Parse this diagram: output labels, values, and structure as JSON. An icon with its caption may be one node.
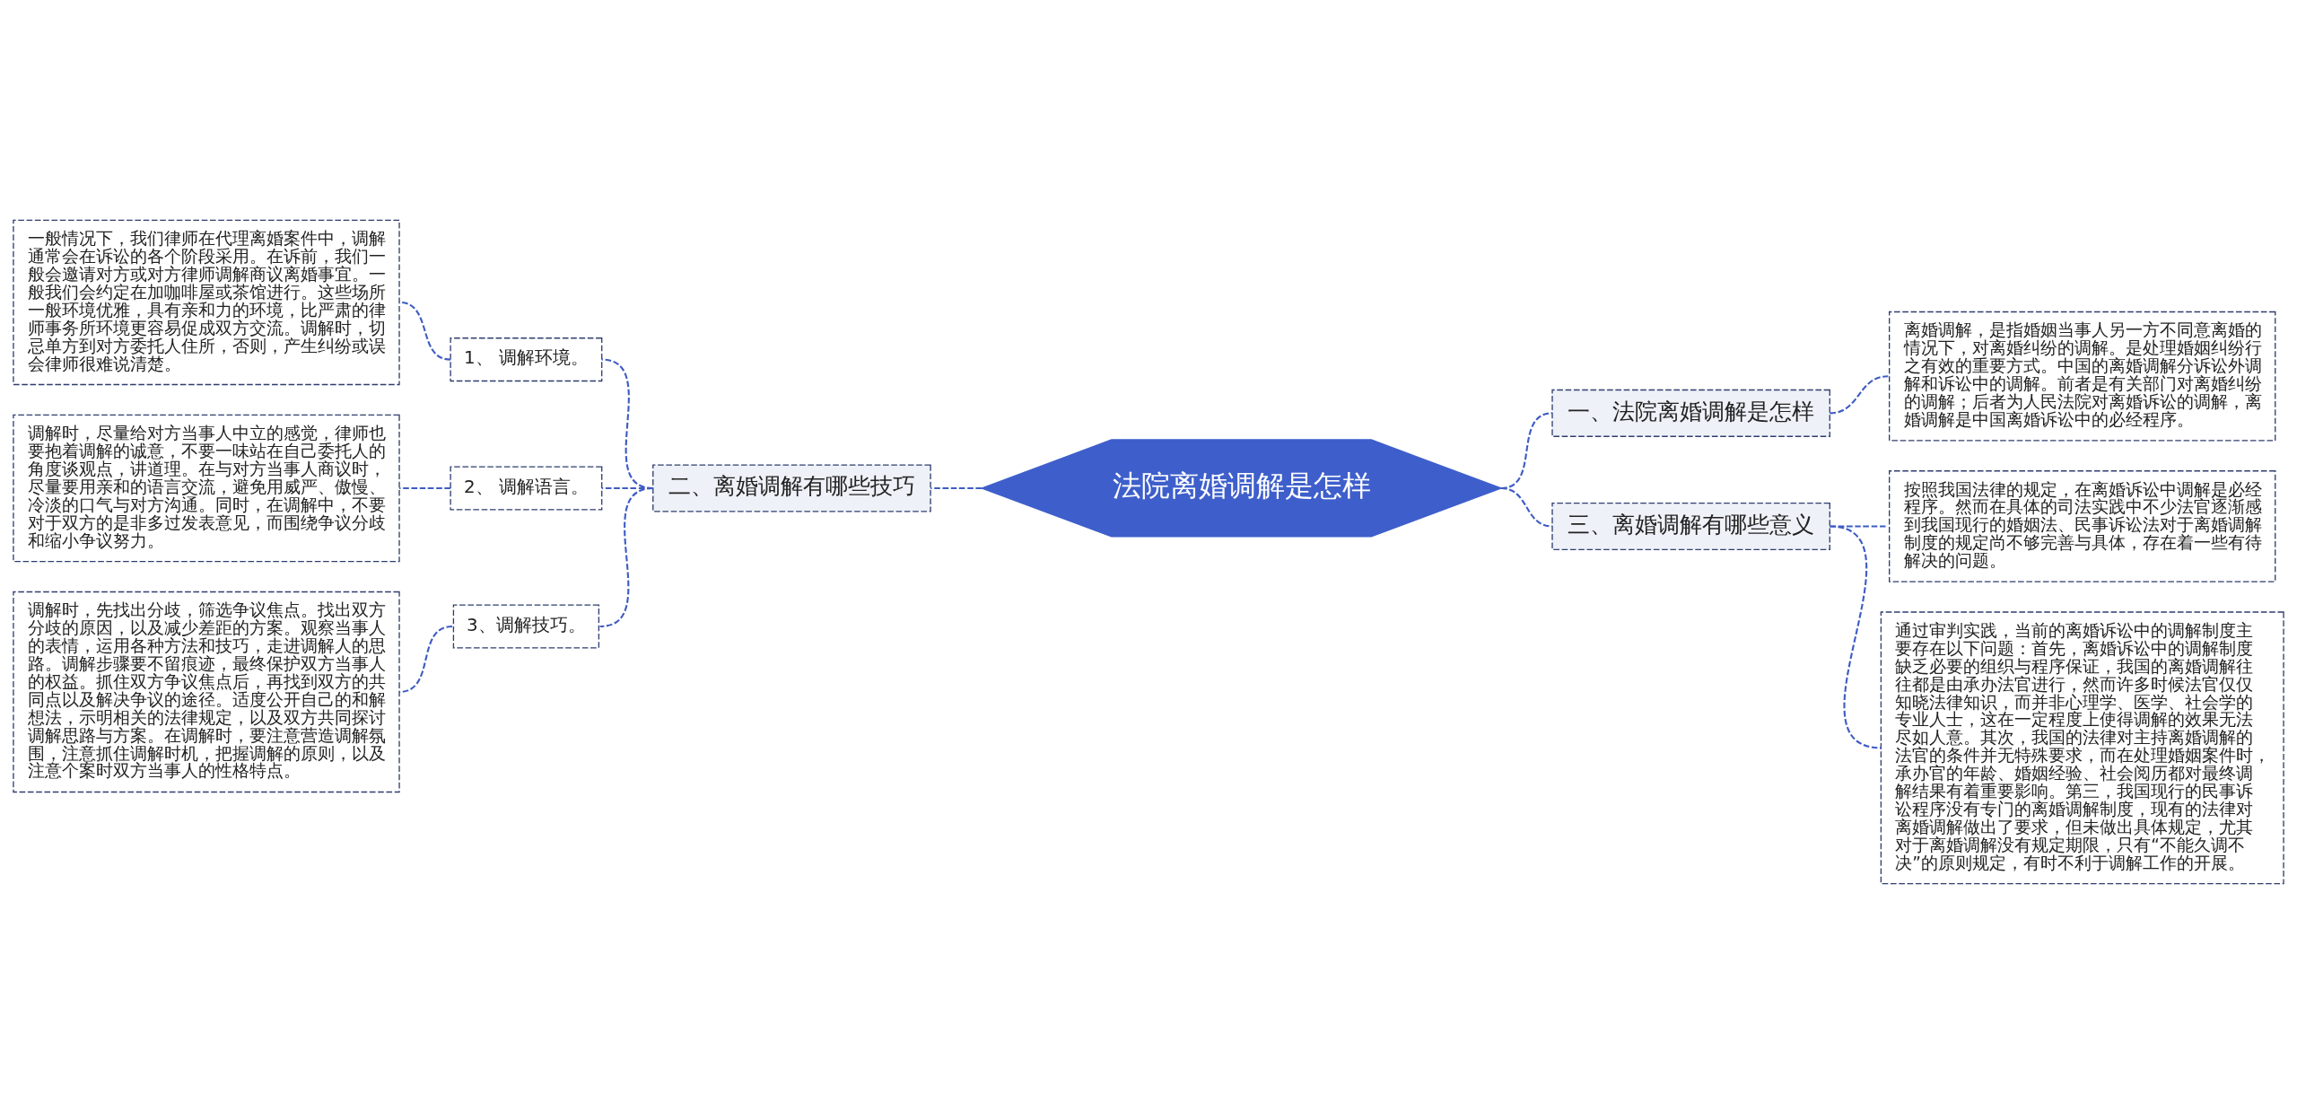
{
  "diagram": {
    "nodes": [
      {
        "text": [
          "法院离婚调解是怎样"
        ]
      },
      {
        "text": [
          "二、离婚调解有哪些技巧"
        ]
      },
      {
        "text": [
          "1、 调解环境。"
        ]
      },
      {
        "text": [
          "一般情况下，我们律师在代理离婚案件中，调解通常会在诉讼的各个阶段采用。在诉前，我们一般会邀请对方或对方律师调解商议离婚事宜。一般我们会约定在加咖啡屋或茶馆进行。这些场所一般环境优雅，具有亲和力的环境，比严肃的律师事务所环境更容易促成双方交流。调解时，切忌单方到对方委托人住所，否则，产生纠纷或误会律师很难说清楚。"
        ]
      },
      {
        "text": [
          "2、 调解语言。"
        ]
      },
      {
        "text": [
          "调解时，尽量给对方当事人中立的感觉，律师也要抱着调解的诚意，不要一味站在自己委托人的角度谈观点，讲道理。在与对方当事人商议时，尽量要用亲和的语言交流，避免用威严、傲慢、冷淡的口气与对方沟通。同时，在调解中，不要对于双方的是非多过发表意见，而围绕争议分歧和缩小争议努力。"
        ]
      },
      {
        "text": [
          "3、调解技巧。"
        ]
      },
      {
        "text": [
          "调解时，先找出分歧，筛选争议焦点。找出双方分歧的原因，以及减少差距的方案。观察当事人的表情，运用各种方法和技巧，走进调解人的思路。调解步骤要不留痕迹，最终保护双方当事人的权益。抓住双方争议焦点后，再找到双方的共同点以及解决争议的途径。适度公开自己的和解想法，示明相关的法律规定，以及双方共同探讨调解思路与方案。在调解时，要注意营造调解氛围，注意抓住调解时机，把握调解的原则，以及注意个案时双方当事人的性格特点。"
        ]
      },
      {
        "text": [
          "一、法院离婚调解是怎样"
        ]
      },
      {
        "text": [
          "离婚调解，是指婚姻当事人另一方不同意离婚的情况下，对离婚纠纷的调解。是处理婚姻纠纷行之有效的重要方式。中国的离婚调解分诉讼外调解和诉讼中的调解。前者是有关部门对离婚纠纷的调解；后者为人民法院对离婚诉讼的调解，离婚调解是中国离婚诉讼中的必经程序。"
        ]
      },
      {
        "text": [
          "三、离婚调解有哪些意义"
        ]
      },
      {
        "text": [
          "按照我国法律的规定，在离婚诉讼中调解是必经程序。然而在具体的司法实践中不少法官逐渐感到我国现行的婚姻法、民事诉讼法对于离婚调解制度的规定尚不够完善与具体，存在着一些有待解决的问题。"
        ]
      },
      {
        "text": [
          "通过审判实践，当前的离婚诉讼中的调解制度主要存在以下问题：首先，离婚诉讼中的调解制度缺乏必要的组织与程序保证，我国的离婚调解往往都是由承办法官进行，然而许多时候法官仅仅知晓法律知识，而并非心理学、医学、社会学的专业人士，这在一定程度上使得调解的效果无法尽如人意。其次，我国的法律对主持离婚调解的法官的条件并无特殊要求，而在处理婚姻案件时，承办官的年龄、婚姻经验、社会阅历都对最终调解结果有着重要影响。第三，我国现行的民事诉讼程序没有专门的离婚调解制度，现有的法律对离婚调解做出了要求，但未做出具体规定，尤其对于离婚调解没有规定期限，只有“不能久调不决”的原则规定，有时不利于调解工作的开展。"
        ]
      }
    ],
    "edges": [
      {
        "from": 0,
        "to": 1,
        "arrow": "none",
        "style": "dashed"
      },
      {
        "from": 1,
        "to": 2,
        "arrow": "none",
        "style": "dashed"
      },
      {
        "from": 2,
        "to": 3,
        "arrow": "none",
        "style": "dashed"
      },
      {
        "from": 1,
        "to": 4,
        "arrow": "none",
        "style": "dashed"
      },
      {
        "from": 4,
        "to": 5,
        "arrow": "none",
        "style": "dashed"
      },
      {
        "from": 1,
        "to": 6,
        "arrow": "none",
        "style": "dashed"
      },
      {
        "from": 6,
        "to": 7,
        "arrow": "none",
        "style": "dashed"
      },
      {
        "from": 0,
        "to": 8,
        "arrow": "none",
        "style": "dashed"
      },
      {
        "from": 8,
        "to": 9,
        "arrow": "none",
        "style": "dashed"
      },
      {
        "from": 0,
        "to": 10,
        "arrow": "none",
        "style": "dashed"
      },
      {
        "from": 10,
        "to": 11,
        "arrow": "none",
        "style": "dashed"
      },
      {
        "from": 10,
        "to": 12,
        "arrow": "none",
        "style": "dashed"
      }
    ]
  }
}
